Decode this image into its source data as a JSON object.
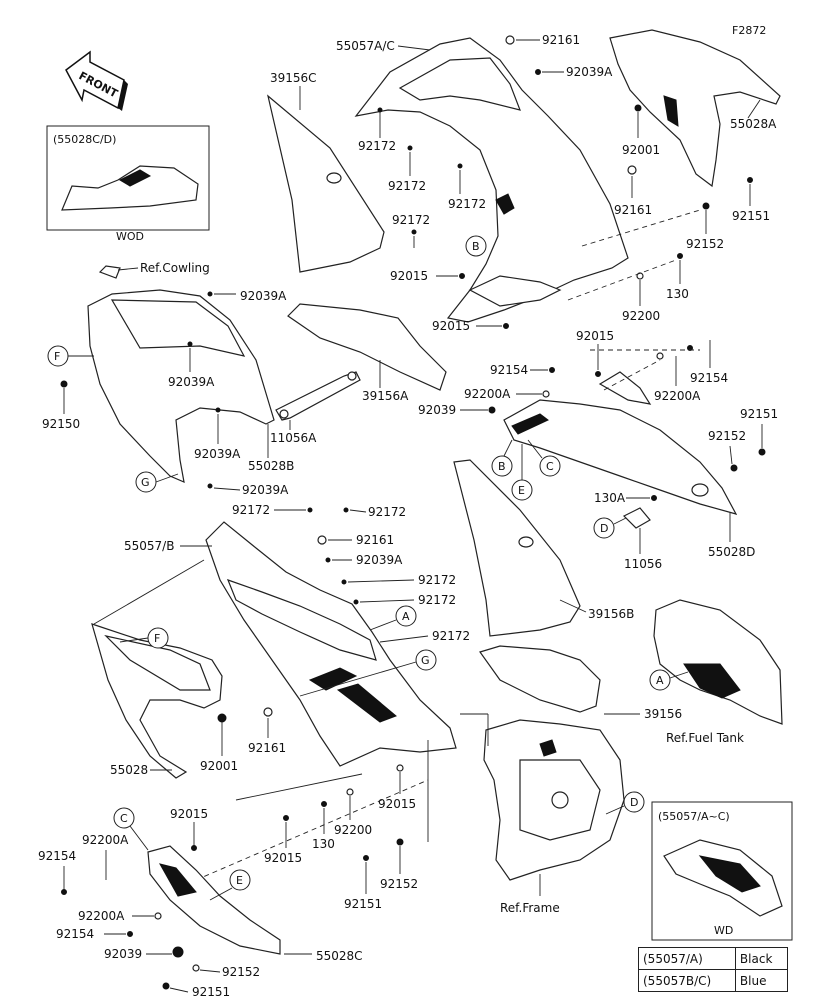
{
  "diagram_code": "F2872",
  "front_label": "FRONT",
  "inset_55028cd": {
    "title": "(55028C/D)",
    "caption": "WOD"
  },
  "inset_55057": {
    "title": "(55057/A~C)",
    "caption": "WD"
  },
  "refs": {
    "cowling": "Ref.Cowling",
    "fuel_tank": "Ref.Fuel Tank",
    "frame": "Ref.Frame"
  },
  "callouts": {
    "A": "A",
    "B": "B",
    "C": "C",
    "D": "D",
    "E": "E",
    "F": "F",
    "G": "G"
  },
  "parts": {
    "p55057ac": "55057A/C",
    "p92161_top": "92161",
    "p92039a_top": "92039A",
    "p39156c": "39156C",
    "p55028a": "55028A",
    "p92172_a": "92172",
    "p92001_top": "92001",
    "p92172_b": "92172",
    "p92172_c": "92172",
    "p92161_r": "92161",
    "p92151_r": "92151",
    "p92172_d": "92172",
    "p92152_r": "92152",
    "p92015_a": "92015",
    "p130_r": "130",
    "p92200_r": "92200",
    "p92015_b": "92015",
    "p92015_c": "92015",
    "p92039a_l1": "92039A",
    "p92039a_l2": "92039A",
    "p92150": "92150",
    "p39156a": "39156A",
    "p11056a": "11056A",
    "p92039a_l3": "92039A",
    "p55028b": "55028B",
    "p92039a_l4": "92039A",
    "p92154_r1": "92154",
    "p92200a_r1": "92200A",
    "p92039_r": "92039",
    "p92200a_r2": "92200A",
    "p92154_r2": "92154",
    "p92151_r2": "92151",
    "p92152_r2": "92152",
    "p130a": "130A",
    "p11056": "11056",
    "p55028d": "55028D",
    "p92172_e": "92172",
    "p92172_f": "92172",
    "p55057b": "55057/B",
    "p92161_m": "92161",
    "p92039a_m": "92039A",
    "p92172_g": "92172",
    "p92172_h": "92172",
    "p92172_i": "92172",
    "p39156b": "39156B",
    "p39156": "39156",
    "p55028": "55028",
    "p92001_m": "92001",
    "p92161_m2": "92161",
    "p92015_d": "92015",
    "p92015_e": "92015",
    "p92200_m": "92200",
    "p130_m": "130",
    "p92015_f": "92015",
    "p92154_l": "92154",
    "p92200a_l": "92200A",
    "p92152_m": "92152",
    "p92151_m": "92151",
    "p92200a_l2": "92200A",
    "p92154_l2": "92154",
    "p92039_l": "92039",
    "p55028c": "55028C",
    "p92152_b": "92152",
    "p92151_b": "92151"
  },
  "color_table": [
    {
      "part": "(55057/A)",
      "color": "Black"
    },
    {
      "part": "(55057B/C)",
      "color": "Blue"
    }
  ]
}
